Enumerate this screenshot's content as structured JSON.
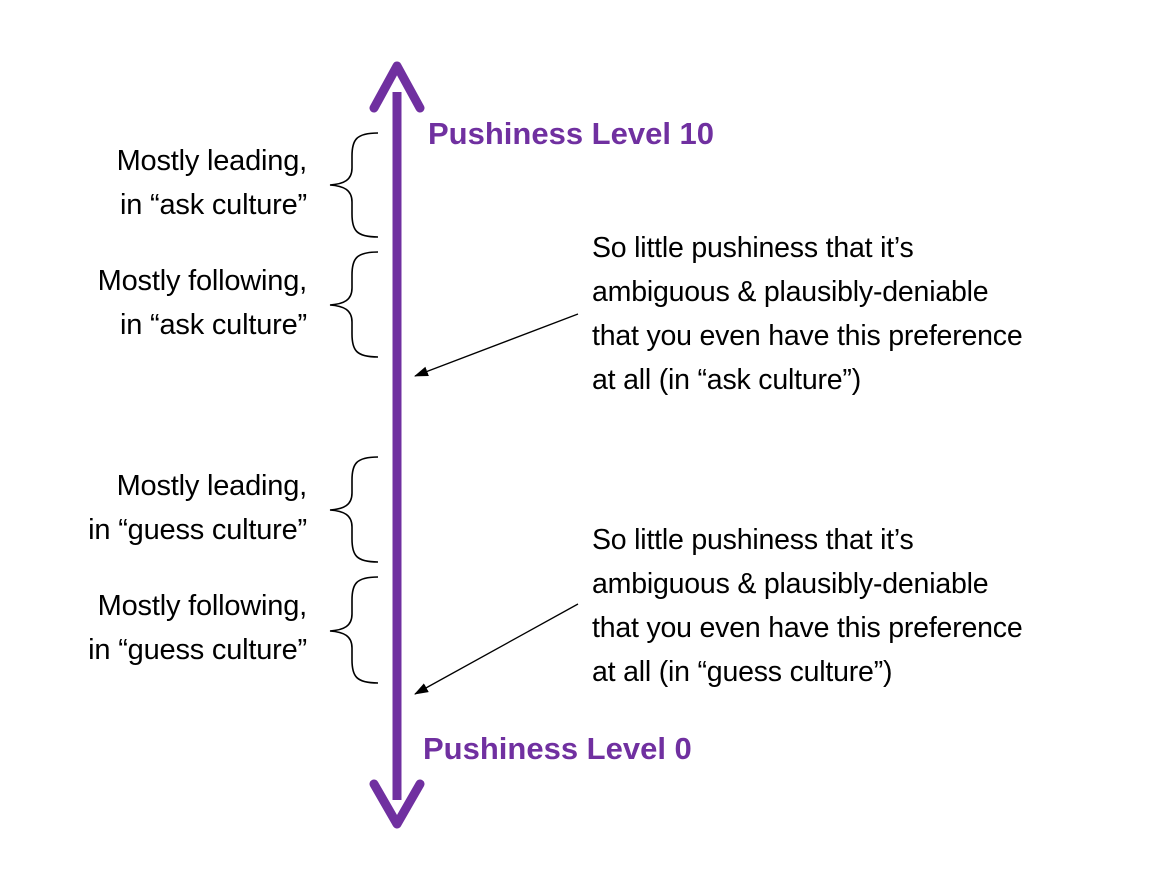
{
  "colors": {
    "axis": "#7030a0",
    "text": "#000000",
    "level_label": "#7030a0"
  },
  "axis": {
    "top_label": "Pushiness Level 10",
    "bottom_label": "Pushiness Level 0"
  },
  "left_brackets": [
    {
      "lines": [
        "Mostly leading,",
        "in “ask culture”"
      ]
    },
    {
      "lines": [
        "Mostly following,",
        "in “ask culture”"
      ]
    },
    {
      "lines": [
        "Mostly leading,",
        "in “guess culture”"
      ]
    },
    {
      "lines": [
        "Mostly following,",
        "in “guess culture”"
      ]
    }
  ],
  "annotations": [
    {
      "lines": [
        "So little pushiness that it’s",
        "ambiguous & plausibly-deniable",
        "that you even have this preference",
        "at all (in “ask culture”)"
      ]
    },
    {
      "lines": [
        "So little pushiness that it’s",
        "ambiguous & plausibly-deniable",
        "that you even have this preference",
        "at all (in “guess culture”)"
      ]
    }
  ]
}
